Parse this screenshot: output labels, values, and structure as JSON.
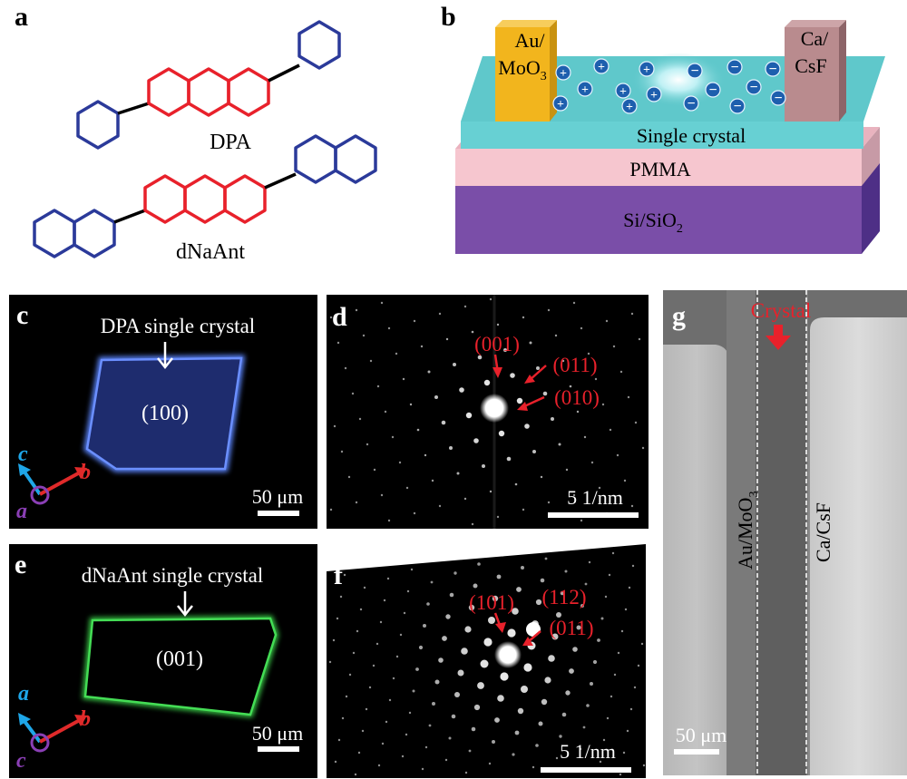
{
  "panels": {
    "a": {
      "letter": "a",
      "molecule1": "DPA",
      "molecule2": "dNaAnt",
      "colors": {
        "core": "#e8212b",
        "side": "#2b3a9a"
      }
    },
    "b": {
      "letter": "b",
      "left_electrode_line1": "Au/",
      "left_electrode_line2": "MoO",
      "left_electrode_sub": "3",
      "right_electrode_line1": "Ca/",
      "right_electrode_line2": "CsF",
      "layer_crystal": "Single crystal",
      "layer_pmma": "PMMA",
      "layer_substrate": "Si/SiO",
      "layer_substrate_sub": "2",
      "colors": {
        "crystal": "#5fc8cb",
        "pmma": "#f6c6cf",
        "substrate": "#7a4ea8",
        "au": "#f2b51d",
        "ca": "#b98b8e"
      }
    },
    "c": {
      "letter": "c",
      "label": "DPA single crystal",
      "face": "(100)",
      "axis_up": "c",
      "axis_right": "b",
      "axis_out": "a",
      "scalebar": "50 μm",
      "crystal_color": "#3a5fe0"
    },
    "d": {
      "letter": "d",
      "spots": [
        "(001)",
        "(011)",
        "(010)"
      ],
      "scalebar": "5 1/nm"
    },
    "e": {
      "letter": "e",
      "label": "dNaAnt single crystal",
      "face": "(001)",
      "axis_up": "a",
      "axis_right": "b",
      "axis_out": "c",
      "scalebar": "50 μm",
      "crystal_color": "#3bd14a"
    },
    "f": {
      "letter": "f",
      "spots": [
        "(101)",
        "(112)",
        "(011)"
      ],
      "scalebar": "5 1/nm"
    },
    "g": {
      "letter": "g",
      "crystal_label": "Crystal",
      "left_electrode": "Au/MoO",
      "left_electrode_sub": "3",
      "right_electrode": "Ca/CsF",
      "scalebar": "50 μm"
    }
  }
}
